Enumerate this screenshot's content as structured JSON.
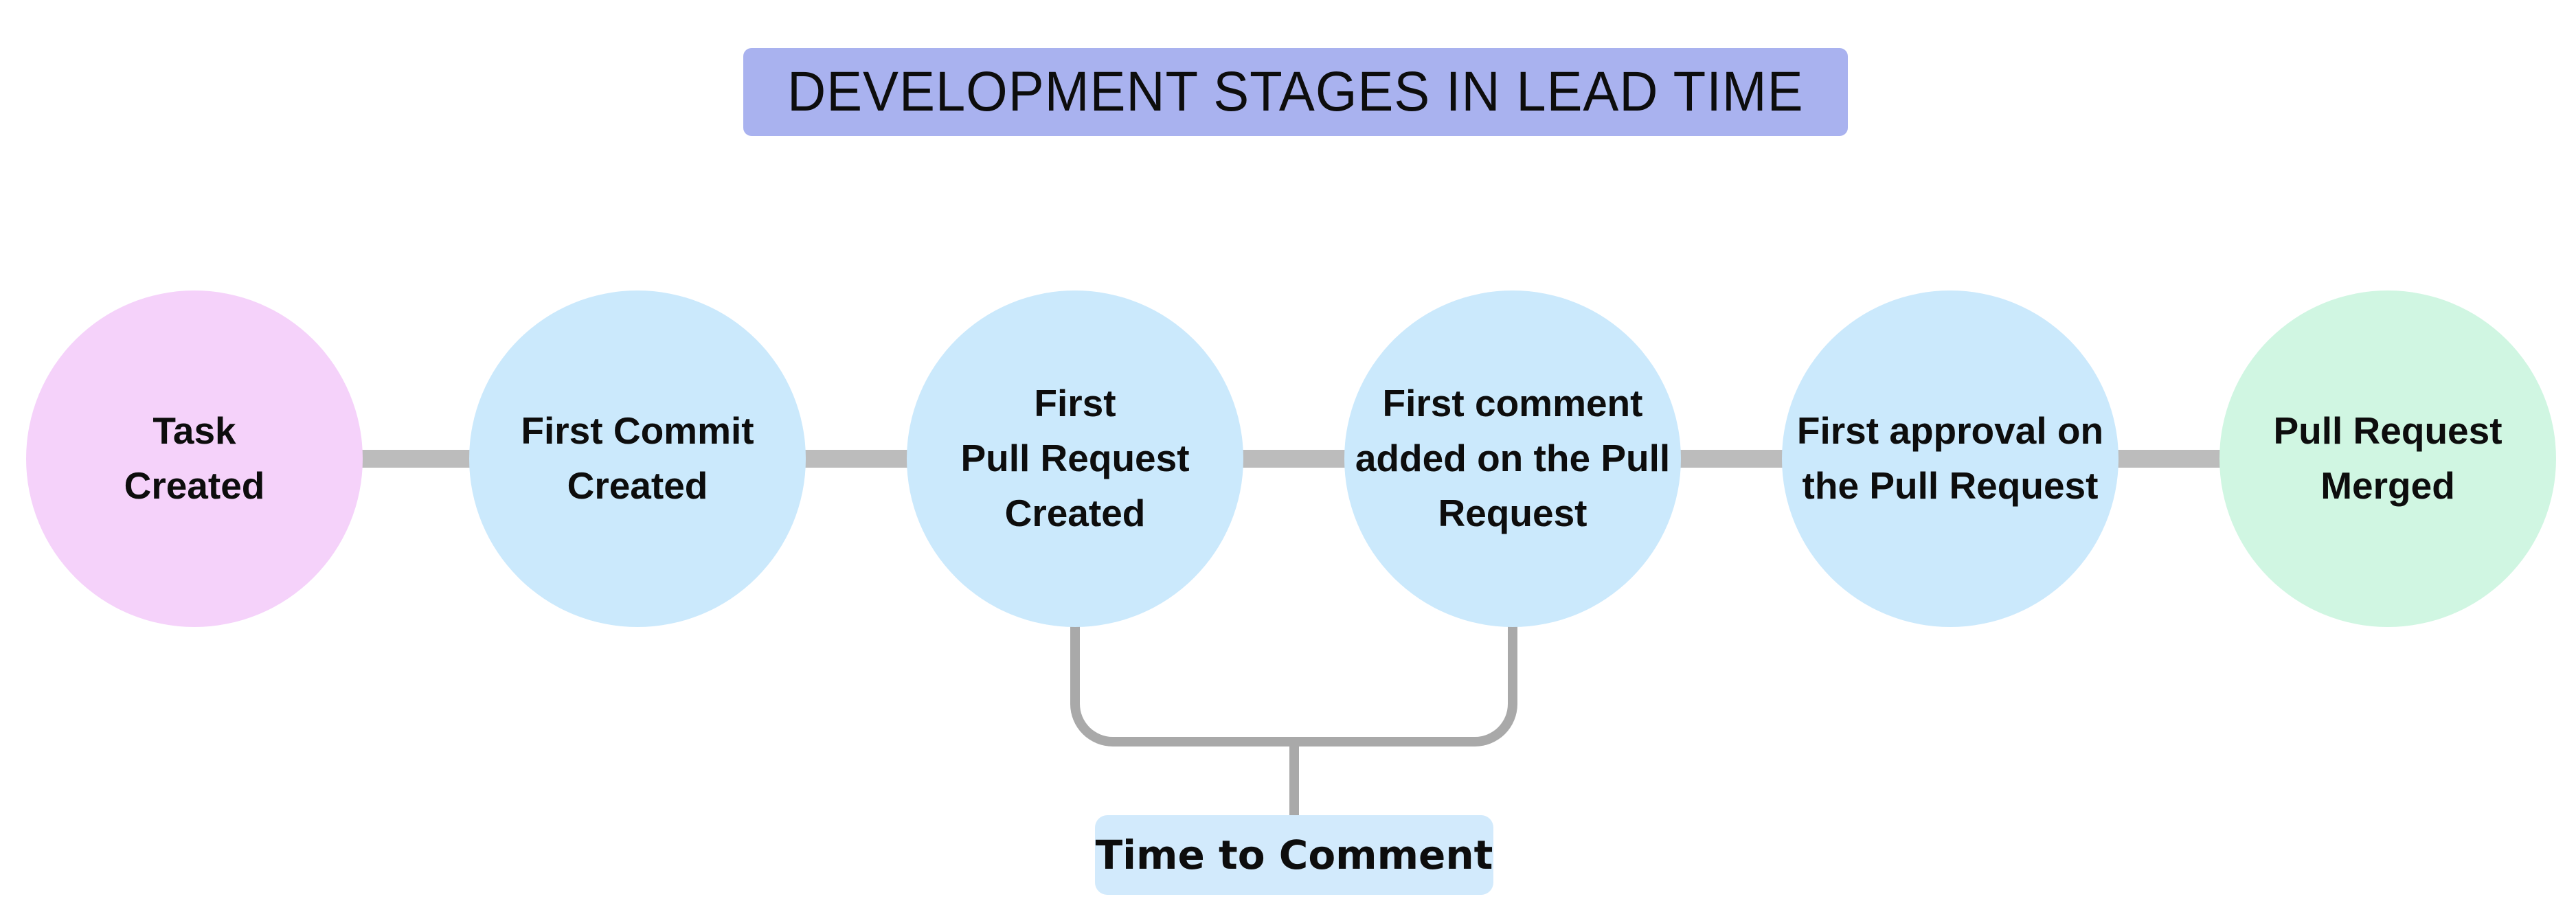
{
  "title": {
    "text": "DEVELOPMENT STAGES IN LEAD TIME",
    "bg_color": "#a9b2ef",
    "text_color": "#0d0d0d"
  },
  "stages": [
    {
      "id": "task-created",
      "lines": [
        "Task",
        "Created"
      ],
      "color": "#f5d2fa"
    },
    {
      "id": "first-commit-created",
      "lines": [
        "First Commit",
        "Created"
      ],
      "color": "#cbe9fc"
    },
    {
      "id": "first-pull-request-created",
      "lines": [
        "First",
        "Pull Request",
        "Created"
      ],
      "color": "#cbe9fc"
    },
    {
      "id": "first-comment-added",
      "lines": [
        "First comment",
        "added on the Pull",
        "Request"
      ],
      "color": "#cbe9fc"
    },
    {
      "id": "first-approval",
      "lines": [
        "First approval on",
        "the Pull Request"
      ],
      "color": "#cbe9fc"
    },
    {
      "id": "pull-request-merged",
      "lines": [
        "Pull Request",
        "Merged"
      ],
      "color": "#d0f6e2"
    }
  ],
  "annotation": {
    "label": "Time to Comment",
    "bg_color": "#d2eafc",
    "spans_stages": [
      "first-pull-request-created",
      "first-comment-added"
    ]
  },
  "colors": {
    "connector": "#bcbcbc",
    "bracket": "#a9a9a9",
    "text": "#0d0d0d",
    "background": "#ffffff"
  }
}
